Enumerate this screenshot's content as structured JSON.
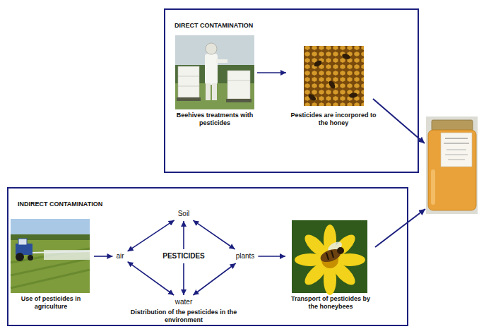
{
  "diagram": {
    "nodes": [
      {
        "text": [
          "DIRECT CONTAMINATION"
        ]
      },
      {
        "text": [
          "Beehives treatments with pesticides"
        ],
        "in": 0
      },
      {
        "text": [
          "Pesticides are incorpored to the honey"
        ],
        "in": 0
      },
      {
        "text": [
          "INDIRECT CONTAMINATION"
        ]
      },
      {
        "text": [
          "Use of pesticides in agriculture"
        ],
        "in": 3
      },
      {
        "text": [
          "air"
        ],
        "in": 3
      },
      {
        "text": [
          "Soil"
        ],
        "in": 3
      },
      {
        "text": [
          "PESTICIDES"
        ],
        "in": 3
      },
      {
        "text": [
          "plants"
        ],
        "in": 3
      },
      {
        "text": [
          "water"
        ],
        "in": 3
      },
      {
        "text": [
          "Transport of pesticides by the honeybees"
        ],
        "in": 3
      }
    ],
    "edges": [
      {
        "from": 1,
        "to": 2,
        "arrow": "to"
      },
      {
        "from": 4,
        "to": 5,
        "arrow": "to"
      },
      {
        "from": 5,
        "to": 6,
        "arrow": "both"
      },
      {
        "from": 6,
        "to": 8,
        "arrow": "both"
      },
      {
        "from": 7,
        "to": 6,
        "arrow": "to"
      },
      {
        "from": 7,
        "to": 9,
        "arrow": "to"
      },
      {
        "from": 5,
        "to": 9,
        "arrow": "both"
      },
      {
        "from": 9,
        "to": 8,
        "arrow": "both"
      },
      {
        "from": 8,
        "to": 10,
        "arrow": "to"
      }
    ],
    "labels": [
      "Distribution of the pesticides in the environment"
    ]
  }
}
